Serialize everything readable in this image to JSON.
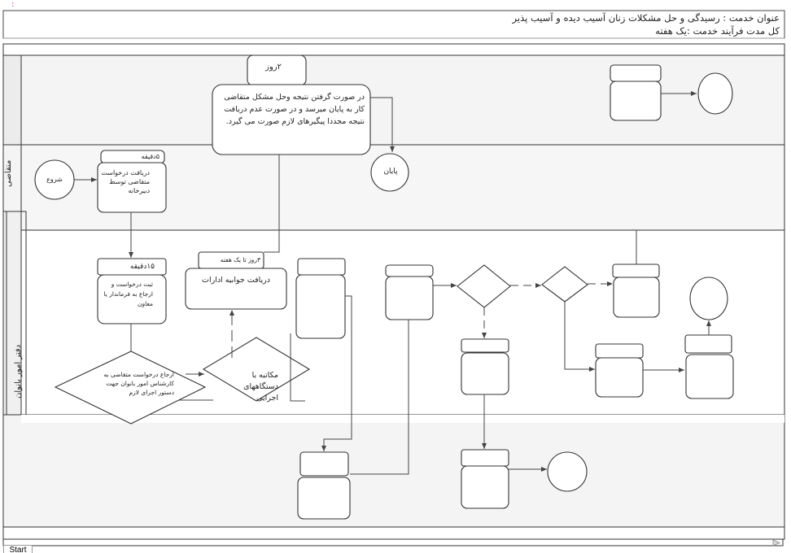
{
  "marker": ":",
  "header": {
    "title": "عنوان خدمت : رسیدگی و حل مشکلات زنان آسیب دیده و آسیب پذیر",
    "duration": "کل مدت فرآیند خدمت :یک هفته"
  },
  "lanes": [
    {
      "label": ""
    },
    {
      "label": "متقاضی"
    },
    {
      "label": "دفتر امور بانوان"
    },
    {
      "label": ""
    }
  ],
  "shapes": {
    "two_days": "۲روز",
    "result_note": "در صورت گرفتن نتیجه وحل مشکل متقاضی کار به پایان میرسد و در صورت عدم دریافت نتیجه مجددا پیگیرهای لازم صورت می گیرد.",
    "end": "پایان",
    "start": "شروع",
    "five_min": "۵دقیقه",
    "receive_request": "دریافت درخواست متقاضی توسط دبیرخانه",
    "fifteen_min": "۱۵دقیقه",
    "register_request": "ثبت درخواست و ارجاع به فرماندار یا معاون",
    "refer_diamond": "ارجاع درخواست متقاضی به کارشناس امور بانوان جهت دستور اجرای لازم",
    "three_days_week": "۳روز تا یک هفته",
    "receive_reply": "دریافت جوابیه ادارات",
    "correspondence": "مکاتبه با دستگاههای اجرایی"
  },
  "footer": {
    "start_tab": "Start"
  },
  "colors": {
    "lane_bg": "#f2f2f2",
    "stroke": "#333333",
    "marker": "#e0208a"
  }
}
